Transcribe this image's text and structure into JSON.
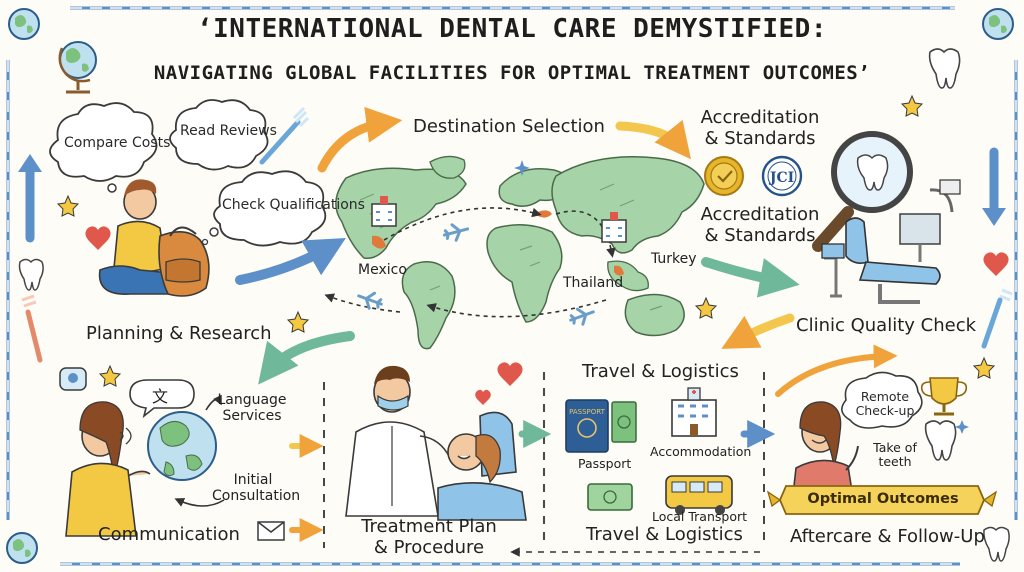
{
  "title": {
    "line1": "‘INTERNATIONAL DENTAL CARE DEMYSTIFIED:",
    "line2": "NAVIGATING GLOBAL FACILITIES FOR OPTIMAL TREATMENT OUTCOMES’"
  },
  "planning": {
    "bubbles": [
      "Compare Costs",
      "Read Reviews",
      "Check Qualifications"
    ],
    "label": "Planning & Research"
  },
  "destination": {
    "label": "Destination Selection",
    "locations": [
      "Mexico",
      "Thailand",
      "Turkey"
    ]
  },
  "accreditation": {
    "label_top": "Accreditation & Standards",
    "label_bottom": "Accreditation & Standards",
    "badge_text": "JCI"
  },
  "clinic": {
    "label": "Clinic Quality Check"
  },
  "communication": {
    "label": "Communication",
    "language_services": "Language Services",
    "initial_consultation": "Initial Consultation",
    "speech_glyph": "文"
  },
  "treatment": {
    "label": "Treatment Plan & Procedure"
  },
  "travel": {
    "label_top": "Travel & Logistics",
    "label_bottom": "Travel & Logistics",
    "passport_caption": "Passport",
    "passport_print": "PASSPORT",
    "accommodation": "Accommodation",
    "transport": "Local Transport"
  },
  "aftercare": {
    "label": "Aftercare & Follow-Up",
    "remote_checkup": "Remote Check-up",
    "take_teeth": "Take of teeth",
    "banner": "Optimal Outcomes"
  },
  "colors": {
    "arrow_blue": "#5d8fc9",
    "arrow_orange": "#f0a23b",
    "arrow_yellow": "#f3c74d",
    "arrow_green": "#6fb89a",
    "map_green": "#a7d3a8",
    "map_ocean": "#d9ece9",
    "heart_red": "#e0584c",
    "star_yellow": "#f5c842"
  }
}
